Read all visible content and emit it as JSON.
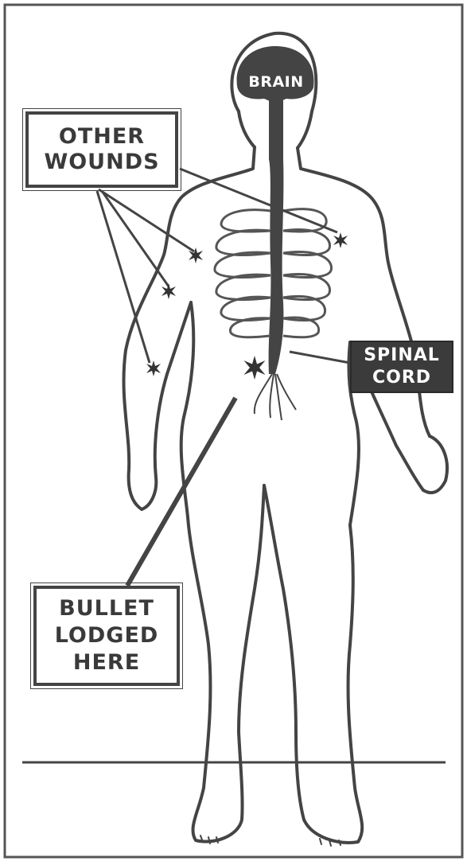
{
  "labels": {
    "brain": "BRAIN",
    "other_wounds": "OTHER\nWOUNDS",
    "spinal_cord": "SPINAL\nCORD",
    "bullet": "BULLET\nLODGED\nHERE"
  },
  "colors": {
    "ink": "#3a3a3a",
    "paper": "#ffffff",
    "organ": "#444444"
  },
  "icons": {
    "wound": "asterisk-star-icon"
  }
}
